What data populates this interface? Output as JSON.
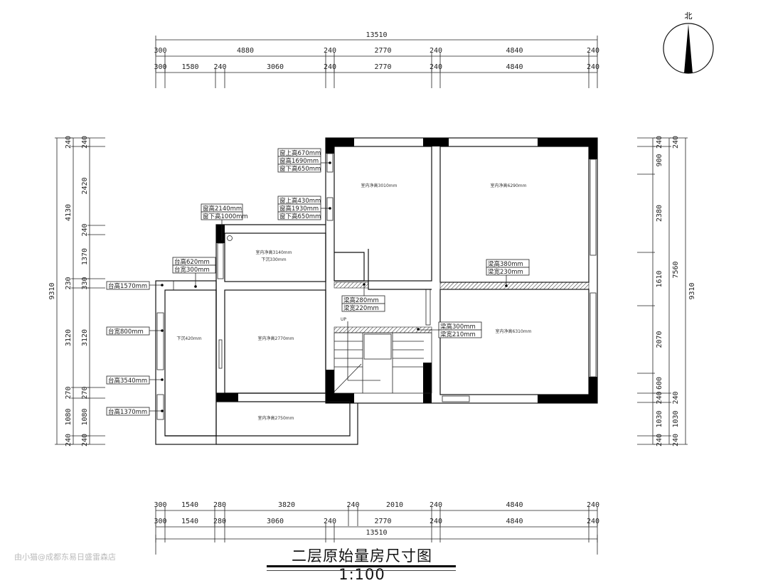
{
  "title": "二层原始量房尺寸图  1:100",
  "watermark": "由小猫@成都东易日盛雷森店",
  "compass": {
    "label": "北"
  },
  "dimensions": {
    "top_total": [
      "13510"
    ],
    "top_row1": [
      "300",
      "4880",
      "240",
      "2770",
      "240",
      "4840",
      "240"
    ],
    "top_row2": [
      "300",
      "1580",
      "240",
      "3060",
      "240",
      "2770",
      "240",
      "4840",
      "240"
    ],
    "bottom_row1": [
      "300",
      "1540",
      "280",
      "3820",
      "240",
      "2010",
      "240",
      "4840",
      "240"
    ],
    "bottom_row2": [
      "300",
      "1540",
      "280",
      "3060",
      "240",
      "2770",
      "240",
      "4840",
      "240"
    ],
    "bottom_total": [
      "13510"
    ],
    "left_outer": [
      "9310"
    ],
    "left_middle": [
      "240",
      "4130",
      "230",
      "3120",
      "270",
      "1080",
      "240"
    ],
    "left_inner": [
      "240",
      "2420",
      "240",
      "1370",
      "330",
      "3120",
      "270",
      "1080",
      "240"
    ],
    "right_inner": [
      "240",
      "900",
      "2380",
      "1610",
      "2070",
      "600",
      "240",
      "1030",
      "240"
    ],
    "right_middle": [
      "240",
      "7560",
      "240",
      "1030",
      "240"
    ],
    "right_outer": [
      "9310"
    ]
  },
  "rooms": [
    {
      "lines": [
        "室内净高3010mm"
      ]
    },
    {
      "lines": [
        "室内净高6290mm"
      ]
    },
    {
      "lines": [
        "室内净高3140mm",
        "下沉330mm"
      ]
    },
    {
      "lines": [
        "下沉420mm"
      ]
    },
    {
      "lines": [
        "室内净高2770mm"
      ]
    },
    {
      "lines": [
        "室内净高2750mm"
      ]
    },
    {
      "lines": [
        "室内净高6310mm"
      ]
    },
    {
      "lines": [
        "UP"
      ]
    }
  ],
  "annotations": [
    {
      "lines": [
        "窗上高670mm",
        "窗高1690mm",
        "窗下高650mm"
      ]
    },
    {
      "lines": [
        "窗上高430mm",
        "窗高1930mm",
        "窗下高650mm"
      ]
    },
    {
      "lines": [
        "窗高2140mm",
        "窗下高1000mm"
      ]
    },
    {
      "lines": [
        "台高620mm",
        "台宽300mm"
      ]
    },
    {
      "lines": [
        "台高1570mm"
      ]
    },
    {
      "lines": [
        "台宽800mm"
      ]
    },
    {
      "lines": [
        "台高3540mm"
      ]
    },
    {
      "lines": [
        "台高1370mm"
      ]
    },
    {
      "lines": [
        "梁高280mm",
        "梁宽220mm"
      ]
    },
    {
      "lines": [
        "梁高380mm",
        "梁宽230mm"
      ]
    },
    {
      "lines": [
        "梁高300mm",
        "梁宽210mm"
      ]
    }
  ]
}
